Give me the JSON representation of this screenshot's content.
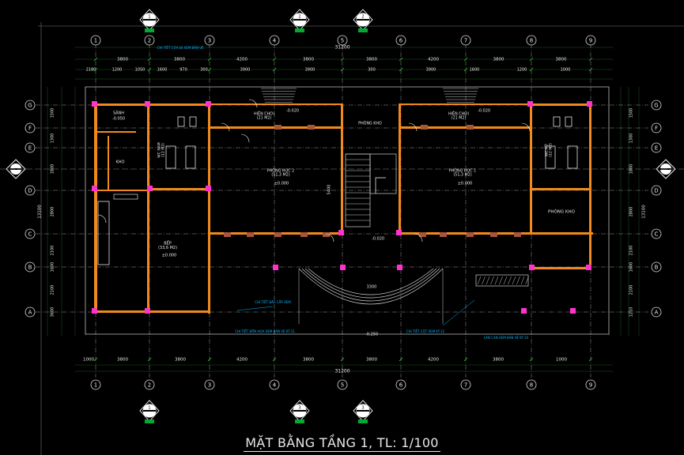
{
  "drawing": {
    "title": "MẶT BẰNG TẦNG 1, TL: 1/100",
    "colors": {
      "background": "#000000",
      "wall": "#f08a1c",
      "column": "#ff33cc",
      "axis_line": "#9a9a9a",
      "dimension": "#33cc33",
      "text": "#e8e8e8",
      "annotation": "#00b7ff"
    },
    "grid_v": [
      "1",
      "2",
      "3",
      "4",
      "5",
      "6",
      "7",
      "8",
      "9"
    ],
    "grid_h": [
      "G",
      "F",
      "E",
      "D",
      "C",
      "B",
      "A"
    ],
    "total_top": "31200",
    "total_bottom": "31200",
    "total_side": "13100",
    "dims_row1": [
      "3800",
      "3800",
      "4200",
      "3800",
      "3800",
      "4200",
      "3800",
      "3800"
    ],
    "dims_row2": [
      "2180",
      "1200",
      "1050",
      "1600",
      "970",
      "300",
      "3900",
      "3900",
      "300",
      "3900",
      "1600",
      "1200",
      "1000"
    ],
    "dims_bottom": [
      "1000",
      "3800",
      "3800",
      "4200",
      "3800",
      "3800",
      "4200",
      "3800",
      "1000"
    ],
    "dims_left": [
      "1500",
      "1300",
      "1800",
      "2800",
      "2100",
      "1600",
      "2100",
      "3600"
    ],
    "dims_right": [
      "1500",
      "1300",
      "1800",
      "2800",
      "2100",
      "1600",
      "2100",
      "1210"
    ],
    "rooms": {
      "kho_left": "KHO",
      "sanh_left": "SẢNH",
      "sanh_left_level": "-0.050",
      "wc_left": "WC NAM\n(12 M2)",
      "wc_right": "WC NỮ\n(12 M2)",
      "hien_chcl_left": "HIÊN CHƠI\n(21 M2)",
      "hien_chcl_right": "HIÊN CHƠI\n(21 M2)",
      "phong_kho_top": "PHÒNG KHO",
      "phong_hoc_left": "PHÒNG HỌC 2\n(51,3 M2)",
      "phong_hoc_right": "PHÒNG HỌC 1\n(51,3 M2)",
      "level_pos": "±0.000",
      "level_neg": "-0.020",
      "level_step": "-0.250",
      "phong_kho_right": "PHÒNG KHO",
      "bep": "BẾP\n(33,6 M2)",
      "bep_level": "±0.000",
      "dim_stair": "5400",
      "dim_entry": "3300"
    },
    "notes": {
      "note_top": "CHI TIẾT CỬA ĐI XEM BẢN VẼ",
      "note_a": "CHI TIẾT BẬC CẤP XEM",
      "note_b": "CHI TIẾT BỒN HOA XEM BẢN VẼ KT-11",
      "note_c": "CHI TIẾT CỘT XEM KT-12",
      "note_d": "LAN CAN XEM BẢN VẼ KT-10"
    },
    "section_markers": [
      "1",
      "2",
      "2",
      "1",
      "3",
      "3"
    ]
  }
}
